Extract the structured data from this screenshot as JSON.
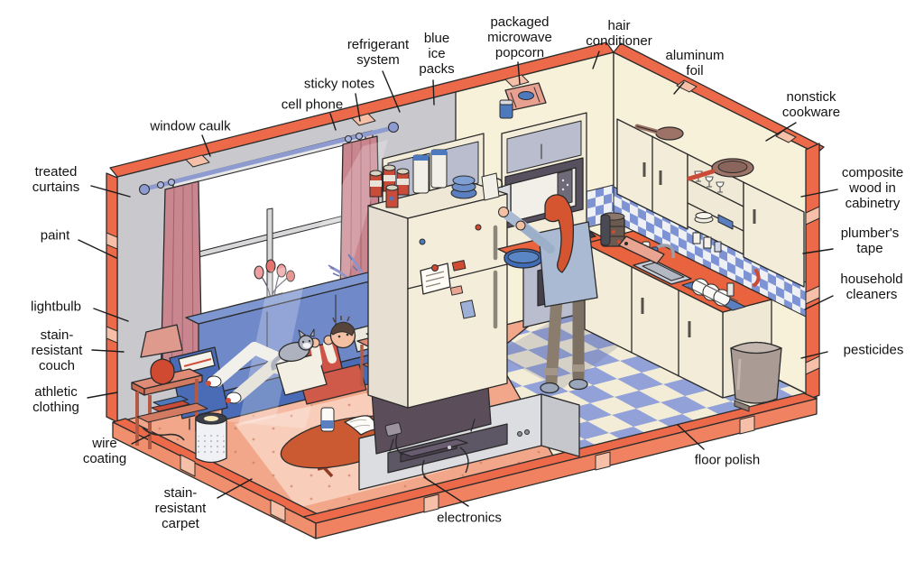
{
  "labels": [
    {
      "id": "window-caulk",
      "text": "window caulk"
    },
    {
      "id": "cell-phone",
      "text": "cell phone"
    },
    {
      "id": "sticky-notes",
      "text": "sticky notes"
    },
    {
      "id": "refrigerant-system",
      "text": "refrigerant\nsystem"
    },
    {
      "id": "blue-ice-packs",
      "text": "blue\nice\npacks"
    },
    {
      "id": "packaged-microwave-popcorn",
      "text": "packaged\nmicrowave\npopcorn"
    },
    {
      "id": "hair-conditioner",
      "text": "hair\nconditioner"
    },
    {
      "id": "aluminum-foil",
      "text": "aluminum\nfoil"
    },
    {
      "id": "nonstick-cookware",
      "text": "nonstick\ncookware"
    },
    {
      "id": "composite-wood-in-cabinetry",
      "text": "composite\nwood in\ncabinetry"
    },
    {
      "id": "plumbers-tape",
      "text": "plumber's\ntape"
    },
    {
      "id": "household-cleaners",
      "text": "household\ncleaners"
    },
    {
      "id": "pesticides",
      "text": "pesticides"
    },
    {
      "id": "floor-polish",
      "text": "floor polish"
    },
    {
      "id": "electronics",
      "text": "electronics"
    },
    {
      "id": "stain-resistant-carpet",
      "text": "stain-\nresistant\ncarpet"
    },
    {
      "id": "wire-coating",
      "text": "wire\ncoating"
    },
    {
      "id": "athletic-clothing",
      "text": "athletic\nclothing"
    },
    {
      "id": "stain-resistant-couch",
      "text": "stain-\nresistant\ncouch"
    },
    {
      "id": "lightbulb",
      "text": "lightbulb"
    },
    {
      "id": "paint",
      "text": "paint"
    },
    {
      "id": "treated-curtains",
      "text": "treated\ncurtains"
    }
  ],
  "colors": {
    "trim_orange": "#ec6a4a",
    "trim_pale": "#f6c0a8",
    "wall_grey": "#c9c8cd",
    "wall_cream": "#f8f1da",
    "carpet": "#f2a78a",
    "carpet_light": "#f8d2bf",
    "tile_blue": "#92a2d8",
    "tile_cream": "#f3edd7",
    "backsplash_blue": "#7d93d4",
    "backsplash_white": "#eef0f4",
    "couch_blue": "#4a6cb6",
    "couch_cushion": "#7089c9",
    "curtain_rose": "#c9868f",
    "counter_orange": "#e8633e",
    "cabinet_cream": "#f3ecd8",
    "cabinet_grey": "#b9bdcd",
    "fridge_front": "#f4edda",
    "fridge_side": "#e6dfd2",
    "tv_dark": "#5b4d5a",
    "console_grey": "#dcdde1",
    "wood_warm": "#e08b76",
    "coffee_table": "#cb5a33",
    "lamp_red": "#cf4a31",
    "lamp_shade": "#dd9a8d",
    "purifier_white": "#f0f1f4",
    "trash_taupe": "#aa9b94",
    "skin": "#f3c0a4",
    "hair_red": "#d4552f",
    "hair_brown": "#57453c",
    "shirt_blue": "#a9bad2",
    "pants_taupe": "#8a7d6d",
    "shirt_red": "#d05348",
    "cat_grey": "#aeb2bf",
    "plant_periwinkle": "#8d95c8",
    "bowl_blue": "#3f6cb5",
    "pan_brown": "#9c7366",
    "can_red": "#c94b38"
  }
}
